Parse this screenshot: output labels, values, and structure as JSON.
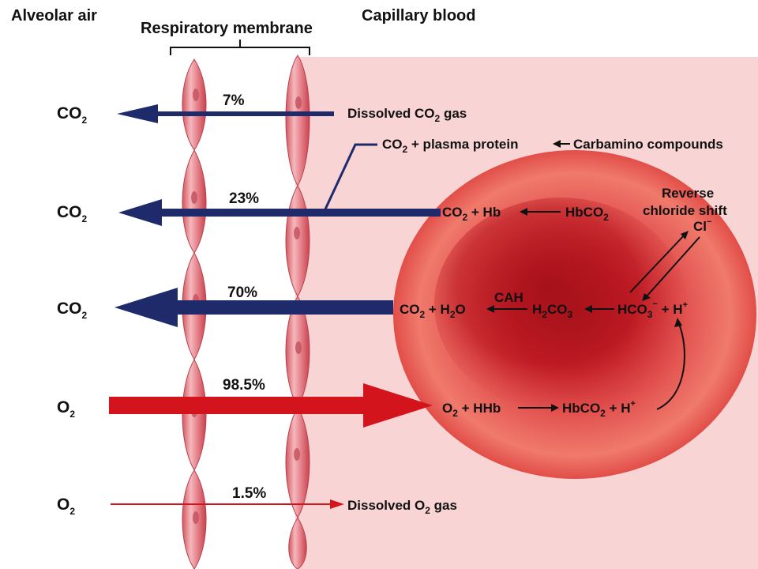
{
  "headers": {
    "alveolar": "Alveolar air",
    "membrane": "Respiratory membrane",
    "capillary": "Capillary blood"
  },
  "gases": {
    "co2_base": "CO",
    "o2_base": "O",
    "sub2": "2"
  },
  "percentages": {
    "dissolved_co2": "7%",
    "hemoglobin_co2": "23%",
    "bicarbonate_co2": "70%",
    "hemoglobin_o2": "98.5%",
    "dissolved_o2": "1.5%"
  },
  "labels": {
    "dissolved_co2_a": "Dissolved CO",
    "dissolved_co2_b": " gas",
    "plasma_a": "CO",
    "plasma_b": " + plasma protein",
    "carbamino": "Carbamino compounds",
    "co2hb_a": "CO",
    "co2hb_b": " + Hb",
    "hbco2_a": "HbCO",
    "reverse_1": "Reverse",
    "reverse_2": "chloride shift",
    "cl": "Cl",
    "cl_sup": "−",
    "co2h2o_a": "CO",
    "co2h2o_b": " + H",
    "co2h2o_c": "O",
    "cah": "CAH",
    "h2co3_a": "H",
    "h2co3_b": "CO",
    "h2co3_sub3": "3",
    "hco3_a": "HCO",
    "hco3_sup": "−",
    "hco3_b": " + H",
    "plus_sup": "+",
    "o2hhb_a": "O",
    "o2hhb_b": " + HHb",
    "hbco2h_a": "HbCO",
    "hbco2h_b": " + H",
    "dissolved_o2_a": "Dissolved O",
    "dissolved_o2_b": " gas"
  },
  "colors": {
    "co2_arrow": "#1f2a6b",
    "o2_arrow": "#d4141d",
    "capillary_bg": "#f9d4d4",
    "membrane": "#e07a82",
    "rbc": "#d8323a"
  }
}
